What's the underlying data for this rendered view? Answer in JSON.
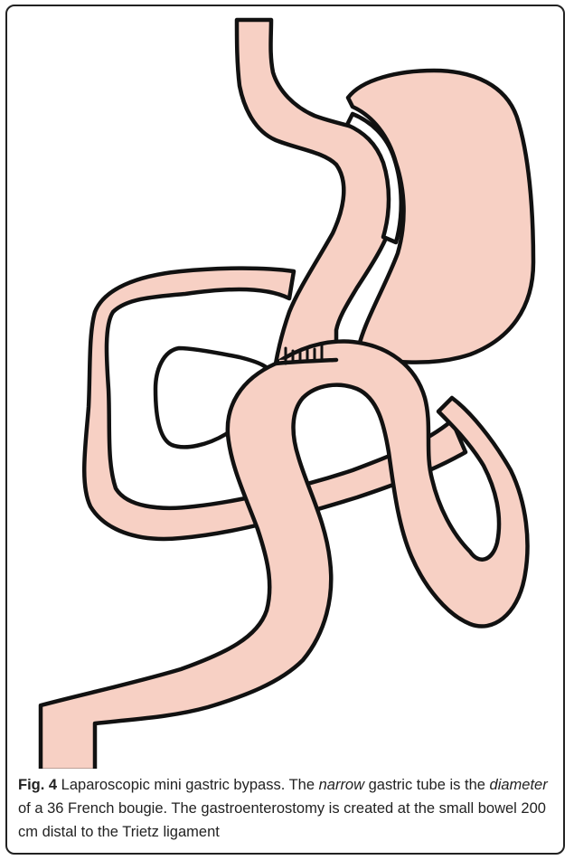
{
  "figure": {
    "caption": {
      "label": "Fig. 4",
      "part1": " Laparoscopic mini gastric bypass. The ",
      "em1": "narrow",
      "part2": " gastric tube is the ",
      "em2": "diameter",
      "part3": " of a 36 French bougie. The gastroenterostomy is created at the small bowel 200 cm distal to the Trietz ligament"
    },
    "colors": {
      "tissue": "#f7d0c4",
      "outline": "#111111"
    }
  }
}
